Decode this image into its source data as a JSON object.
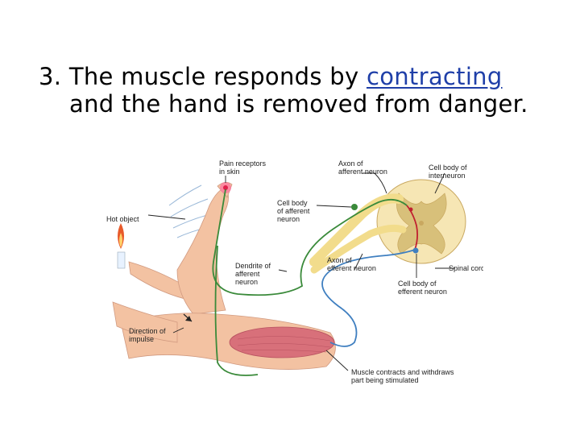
{
  "slide": {
    "number": "3.",
    "line1_before": "The muscle responds by ",
    "line1_link": "contracting",
    "line2": "and the hand is removed from danger."
  },
  "labels": {
    "pain_1": "Pain receptors",
    "pain_2": "in skin",
    "axon_aff_1": "Axon of",
    "axon_aff_2": "afferent neuron",
    "cell_inter_1": "Cell body of",
    "cell_inter_2": "interneuron",
    "cell_aff_1": "Cell body",
    "cell_aff_2": "of afferent",
    "cell_aff_3": "neuron",
    "hot_object": "Hot object",
    "axon_eff_1": "Axon of",
    "axon_eff_2": "efferent neuron",
    "spinal_cord": "Spinal cord",
    "dendrite_1": "Dendrite of",
    "dendrite_2": "afferent",
    "dendrite_3": "neuron",
    "cell_eff_1": "Cell body of",
    "cell_eff_2": "efferent neuron",
    "direction_1": "Direction of",
    "direction_2": "impulse",
    "muscle_1": "Muscle contracts and withdraws",
    "muscle_2": "part being stimulated"
  },
  "colors": {
    "afferent": "#3a8a3a",
    "efferent": "#3f7fc0",
    "skin": "#f3c2a2",
    "muscle": "#d8707a",
    "spinal_gray": "#d8c07a",
    "spinal_white": "#f6e6b4"
  }
}
